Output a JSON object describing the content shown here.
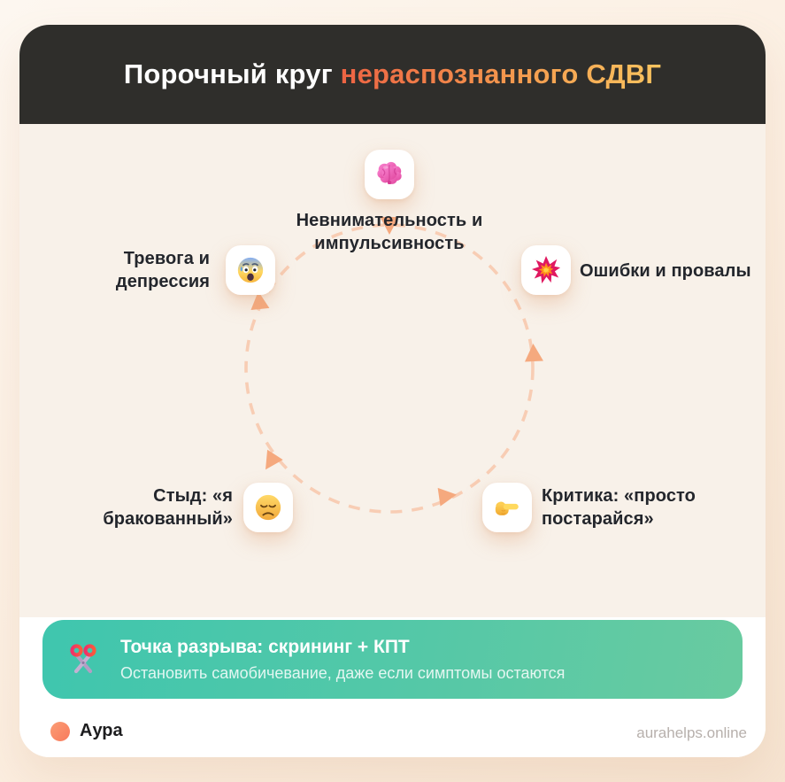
{
  "header": {
    "title_plain": "Порочный круг",
    "title_accent": "нераспознанного СДВГ"
  },
  "cycle": {
    "nodes": [
      {
        "id": "inattention",
        "icon": "brain-icon",
        "label": "Невнимательность и\nимпульсивность"
      },
      {
        "id": "errors",
        "icon": "collision-icon",
        "label": "Ошибки и провалы"
      },
      {
        "id": "criticism",
        "icon": "pointing-hand-icon",
        "label": "Критика: «просто\nпостарайся»"
      },
      {
        "id": "shame",
        "icon": "sad-face-icon",
        "label": "Стыд: «я\nбракованный»"
      },
      {
        "id": "anxiety",
        "icon": "fearful-face-icon",
        "label": "Тревога и\nдепрессия"
      }
    ]
  },
  "banner": {
    "icon": "scissors-icon",
    "title": "Точка разрыва: скрининг + КПТ",
    "subtitle": "Остановить самобичевание, даже если симптомы остаются"
  },
  "footer": {
    "brand": "Аура",
    "website": "aurahelps.online"
  },
  "colors": {
    "header_bg": "#2f2e2b",
    "accent_from": "#ed6343",
    "accent_to": "#f9c45f",
    "main_bg": "#f8f1e9",
    "banner_from": "#3fc6ae",
    "banner_to": "#69cba0",
    "circle_dash": "#f8cdb4",
    "arrow": "#f5a97e",
    "brand_dot": "#f87a5c"
  }
}
